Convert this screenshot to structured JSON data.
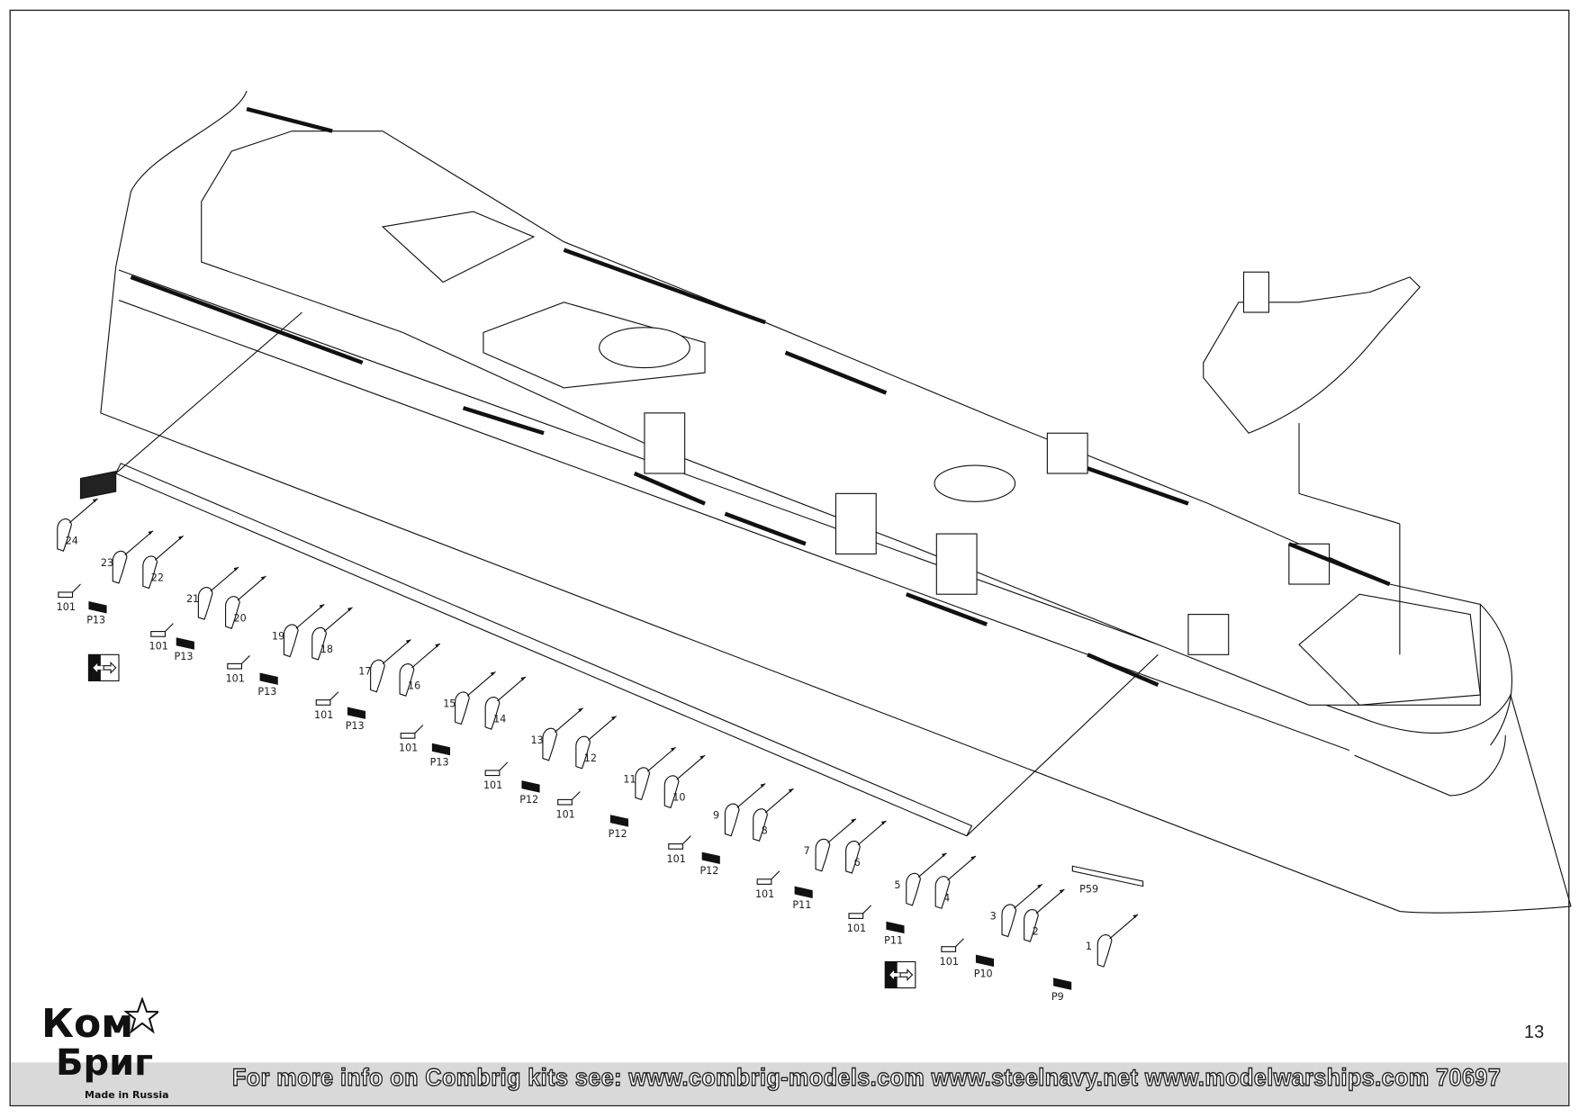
{
  "page_number": "13",
  "footer": {
    "info": "For more info on Combrig kits see: www.combrig-models.com www.steelnavy.net  www.modelwarships.com  70697"
  },
  "logo": {
    "text": "Ком Бриг",
    "tagline": "Made in Russia"
  },
  "davit_labels": [
    "1",
    "2",
    "3",
    "4",
    "5",
    "6",
    "7",
    "8",
    "9",
    "10",
    "11",
    "12",
    "13",
    "14",
    "15",
    "16",
    "17",
    "18",
    "19",
    "20",
    "21",
    "22",
    "23",
    "24"
  ],
  "part_labels": {
    "fittings": [
      "101",
      "101",
      "101",
      "101",
      "101",
      "101",
      "101",
      "101",
      "101",
      "101",
      "101"
    ],
    "etched": [
      "P13",
      "P13",
      "P13",
      "P13",
      "P13",
      "P12",
      "P12",
      "P12",
      "P11",
      "P11",
      "P10",
      "P9"
    ],
    "railing": "P59"
  },
  "icons": [
    "mirror-side-arrow-icon",
    "mirror-side-arrow-icon"
  ]
}
